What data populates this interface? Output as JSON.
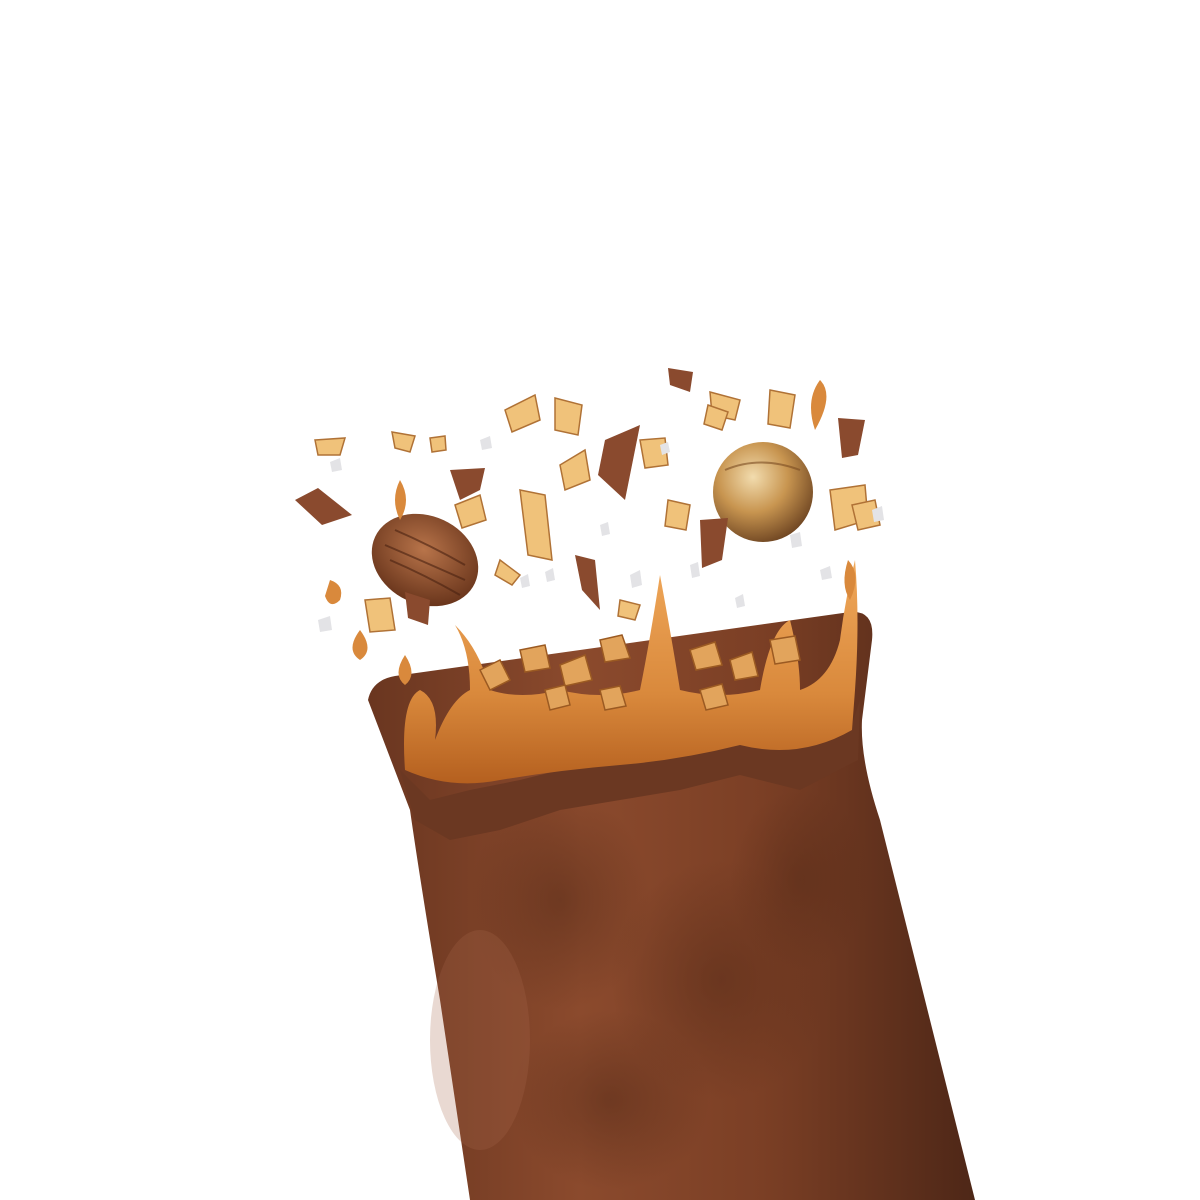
{
  "image": {
    "background_color": "#ffffff",
    "colors": {
      "chocolate_dark": "#5a2f1c",
      "chocolate_mid": "#7a4128",
      "chocolate_light": "#a36645",
      "caramel_dark": "#b8611f",
      "caramel_mid": "#d98a3c",
      "caramel_light": "#f2b673",
      "nut_light": "#f0c27a",
      "almond_skin": "#8a4a2a",
      "hazelnut_skin": "#b07b3e",
      "flake_white": "#e8e8ea"
    },
    "objects": [
      "chocolate-bar",
      "caramel-splash",
      "almond",
      "hazelnut",
      "nut-pieces",
      "chocolate-shards",
      "caramel-droplets",
      "coconut-flakes"
    ]
  }
}
